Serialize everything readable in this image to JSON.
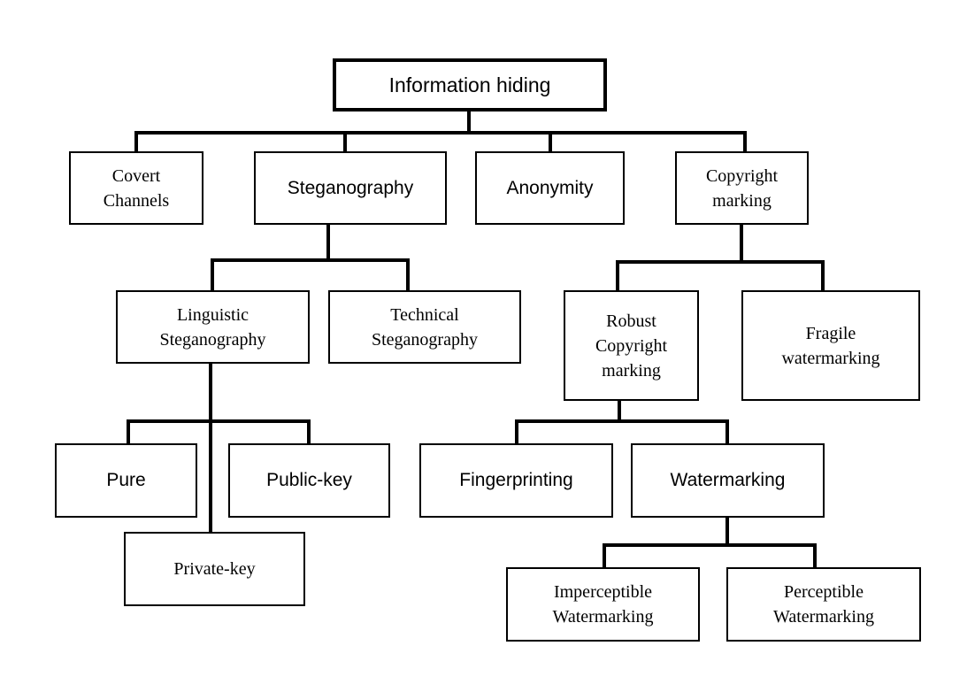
{
  "nodes": {
    "information_hiding": "Information hiding",
    "covert_channels": "Covert\nChannels",
    "steganography": "Steganography",
    "anonymity": "Anonymity",
    "copyright_marking": "Copyright\nmarking",
    "linguistic_steganography": "Linguistic\nSteganography",
    "technical_steganography": "Technical\nSteganography",
    "robust_copyright_marking": "Robust\nCopyright\nmarking",
    "fragile_watermarking": "Fragile\nwatermarking",
    "pure": "Pure",
    "public_key": "Public-key",
    "private_key": "Private-key",
    "fingerprinting": "Fingerprinting",
    "watermarking": "Watermarking",
    "imperceptible_watermarking": "Imperceptible\nWatermarking",
    "perceptible_watermarking": "Perceptible\nWatermarking"
  }
}
